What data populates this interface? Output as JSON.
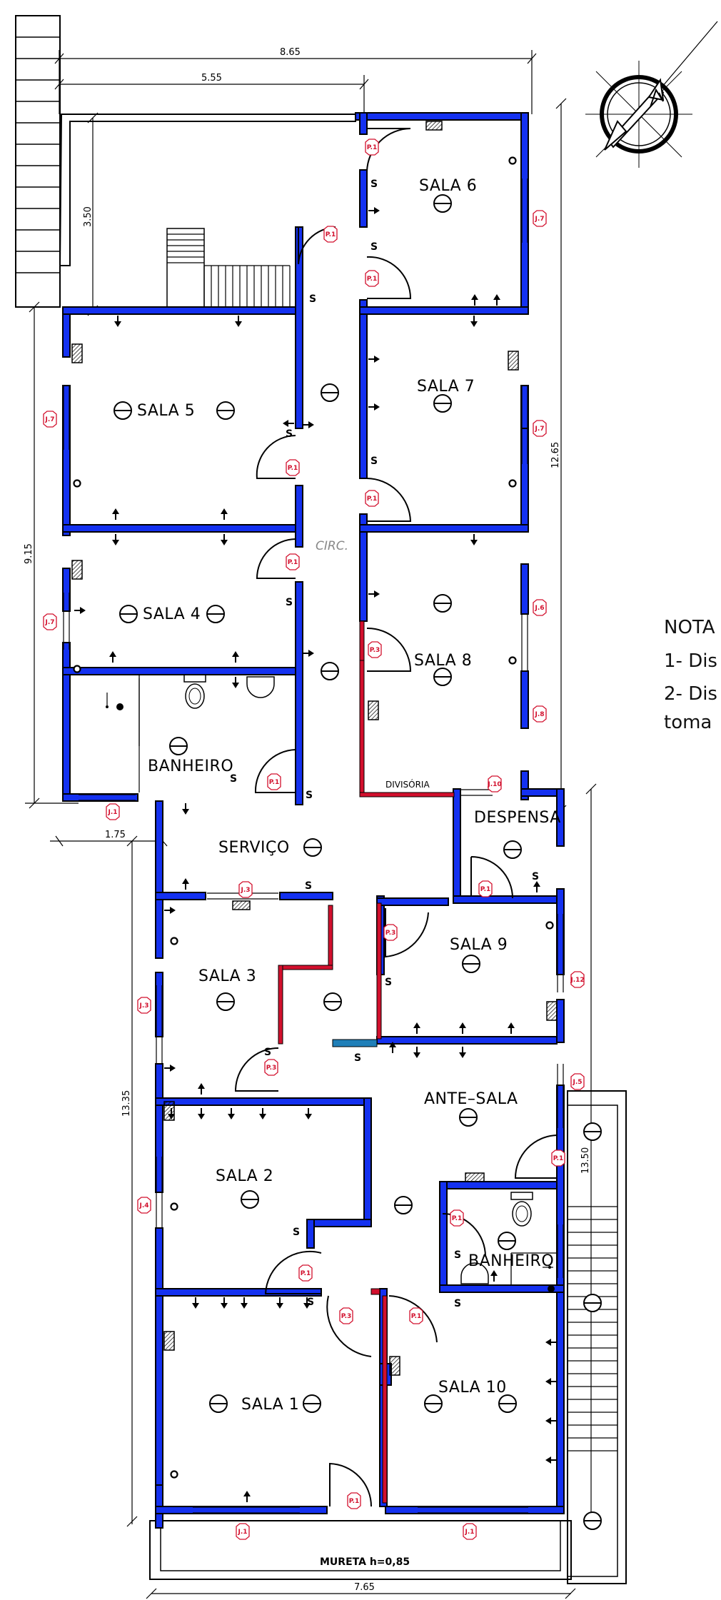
{
  "rooms": {
    "sala6": "SALA  6",
    "sala5": "SALA  5",
    "sala7": "SALA  7",
    "sala4": "SALA  4",
    "sala8": "SALA  8",
    "banheiro_top": "BANHEIRO",
    "despensa": "DESPENSA",
    "servico": "SERVIÇO",
    "sala9": "SALA  9",
    "sala3": "SALA  3",
    "ante_sala": "ANTE–SALA",
    "sala2": "SALA  2",
    "banheiro_bottom": "BANHEIRO",
    "sala1": "SALA  1",
    "sala10": "SALA  10",
    "circ": "CIRC."
  },
  "dimensions": {
    "top_total": "8.65",
    "top_partial": "5.55",
    "stair_height": "3.50",
    "right_upper": "12.65",
    "left_upper": "9.15",
    "left_offset": "1.75",
    "left_lower": "13.35",
    "right_lower": "13.50",
    "bottom": "7.65"
  },
  "labels": {
    "divisoria": "DIVISÓRIA",
    "mureta": "MURETA  h=0,85",
    "switch": "S"
  },
  "notes": {
    "title": "NOTA",
    "line1": "1- Dis",
    "line2": "2- Dis",
    "line3": "toma"
  },
  "tags": {
    "p1": "P.1",
    "p3": "P.3",
    "j1": "J.1",
    "j3": "J.3",
    "j4": "J.4",
    "j5": "J.5",
    "j6": "J.6",
    "j7": "J.7",
    "j8": "J.8",
    "j10": "J.10",
    "j12": "J.12"
  },
  "colors": {
    "wall": "#1431f0",
    "red_wall": "#d2102d",
    "teal_wall": "#1f7fb8",
    "tag": "#d2102d"
  },
  "icons": [
    "north-compass-icon",
    "light-fixture-icon",
    "outlet-icon",
    "switch-icon",
    "toilet-icon",
    "sink-icon"
  ]
}
